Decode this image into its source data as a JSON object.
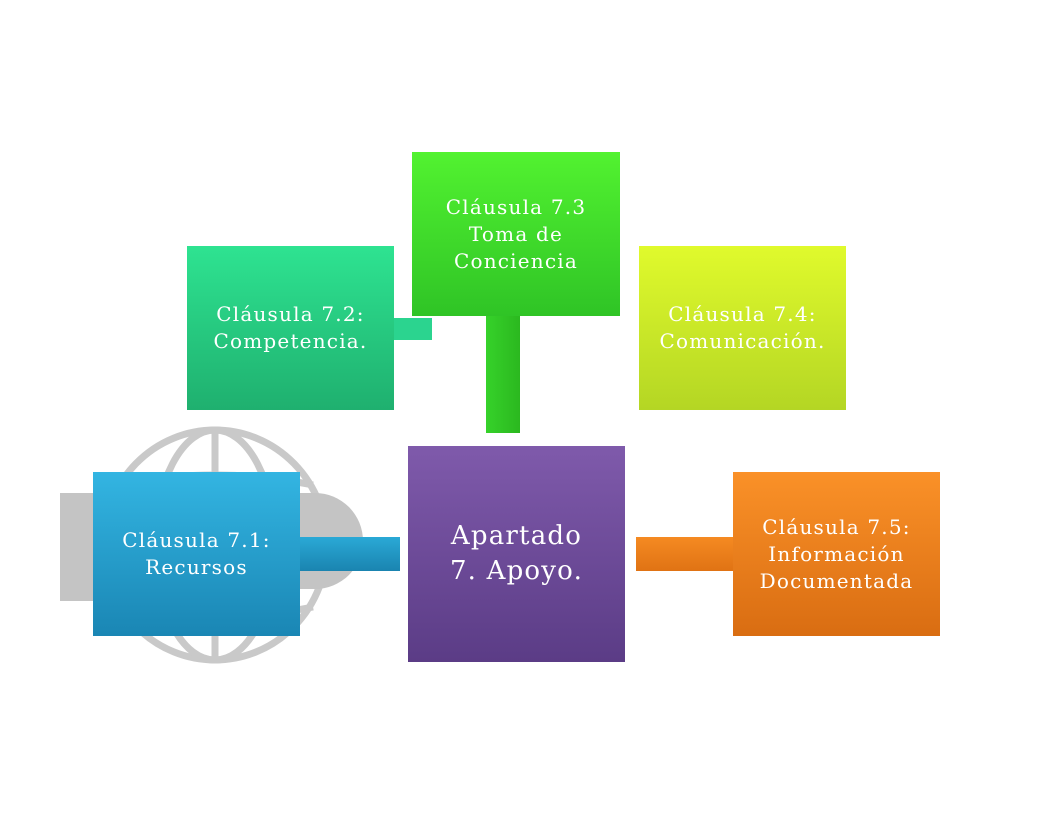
{
  "diagram": {
    "center": {
      "label": "Apartado\n7. Apoyo."
    },
    "nodes": [
      {
        "id": "7-1",
        "label": "Cláusula 7.1:\nRecursos"
      },
      {
        "id": "7-2",
        "label": "Cláusula 7.2:\nCompetencia."
      },
      {
        "id": "7-3",
        "label": "Cláusula 7.3\nToma de\nConciencia"
      },
      {
        "id": "7-4",
        "label": "Cláusula 7.4:\nComunicación."
      },
      {
        "id": "7-5",
        "label": "Cláusula 7.5:\nInformación\nDocumentada"
      }
    ]
  },
  "colors": {
    "center": "#6b4a99",
    "node_7_1": "#1f9bc8",
    "node_7_2": "#27c98a",
    "node_7_3": "#3ee02e",
    "node_7_4": "#c8e82a",
    "node_7_5": "#f07f1a",
    "watermark": "#c8c8c8"
  },
  "icons": {
    "watermark": "globe-logo-icon"
  }
}
